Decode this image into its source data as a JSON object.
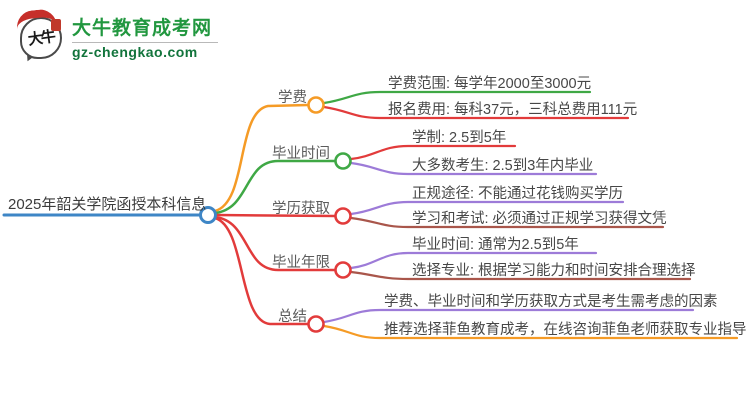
{
  "logo": {
    "bubble_text": "大牛",
    "title": "大牛教育成考网",
    "domain": "gz-chengkao.com",
    "title_color": "#21973f",
    "domain_color": "#12743c",
    "cap_color": "#c62f2a"
  },
  "mindmap": {
    "root": {
      "label": "2025年韶关学院函授本科信息",
      "color": "#3e86c6"
    },
    "branches": [
      {
        "label": "学费",
        "color": "#f59b26",
        "children": [
          {
            "text": "学费范围: 每学年2000至3000元",
            "color": "#3fa845"
          },
          {
            "text": "报名费用: 每科37元，三科总费用111元",
            "color": "#e23b3b"
          }
        ]
      },
      {
        "label": "毕业时间",
        "color": "#3fa845",
        "children": [
          {
            "text": "学制: 2.5到5年",
            "color": "#e23b3b"
          },
          {
            "text": "大多数考生: 2.5到3年内毕业",
            "color": "#9d7bd8"
          }
        ]
      },
      {
        "label": "学历获取",
        "color": "#e23b3b",
        "children": [
          {
            "text": "正规途径: 不能通过花钱购买学历",
            "color": "#9d7bd8"
          },
          {
            "text": "学习和考试: 必须通过正规学习获得文凭",
            "color": "#a9564b"
          }
        ]
      },
      {
        "label": "毕业年限",
        "color": "#e23b3b",
        "children": [
          {
            "text": "毕业时间: 通常为2.5到5年",
            "color": "#9d7bd8"
          },
          {
            "text": "选择专业: 根据学习能力和时间安排合理选择",
            "color": "#a9564b"
          }
        ]
      },
      {
        "label": "总结",
        "color": "#e23b3b",
        "children": [
          {
            "text": "学费、毕业时间和学历获取方式是考生需考虑的因素",
            "color": "#9d7bd8"
          },
          {
            "text": "推荐选择菲鱼教育成考，在线咨询菲鱼老师获取专业指导",
            "color": "#f59b26"
          }
        ]
      }
    ]
  }
}
